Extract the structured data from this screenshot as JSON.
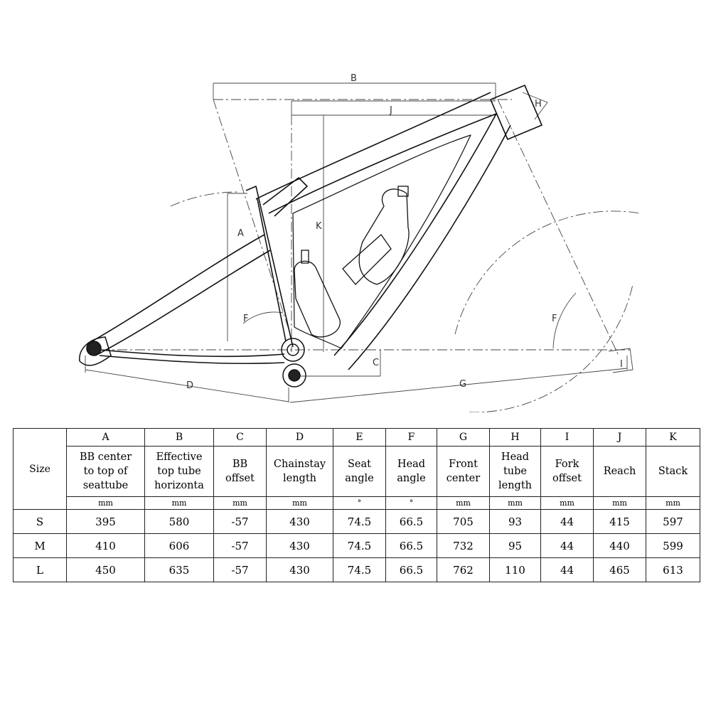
{
  "diagram": {
    "dim_labels": [
      "B",
      "J",
      "H",
      "A",
      "K",
      "F",
      "F",
      "C",
      "D",
      "G",
      "I"
    ]
  },
  "table": {
    "size_header": "Size",
    "columns": [
      {
        "letter": "A",
        "desc": "BB center to top of seattube",
        "desc_lines": [
          "BB center",
          "to top of",
          "seattube"
        ],
        "unit": "mm"
      },
      {
        "letter": "B",
        "desc": "Effective top tube horizonta",
        "desc_lines": [
          "Effective",
          "top tube",
          "horizonta"
        ],
        "unit": "mm"
      },
      {
        "letter": "C",
        "desc": "BB offset",
        "desc_lines": [
          "BB",
          "offset"
        ],
        "unit": "mm"
      },
      {
        "letter": "D",
        "desc": "Chainstay length",
        "desc_lines": [
          "Chainstay",
          "length"
        ],
        "unit": "mm"
      },
      {
        "letter": "E",
        "desc": "Seat angle",
        "desc_lines": [
          "Seat",
          "angle"
        ],
        "unit": "°"
      },
      {
        "letter": "F",
        "desc": "Head angle",
        "desc_lines": [
          "Head",
          "angle"
        ],
        "unit": "°"
      },
      {
        "letter": "G",
        "desc": "Front center",
        "desc_lines": [
          "Front",
          "center"
        ],
        "unit": "mm"
      },
      {
        "letter": "H",
        "desc": "Head tube length",
        "desc_lines": [
          "Head",
          "tube",
          "length"
        ],
        "unit": "mm"
      },
      {
        "letter": "I",
        "desc": "Fork offset",
        "desc_lines": [
          "Fork",
          "offset"
        ],
        "unit": "mm"
      },
      {
        "letter": "J",
        "desc": "Reach",
        "desc_lines": [
          "Reach"
        ],
        "unit": "mm"
      },
      {
        "letter": "K",
        "desc": "Stack",
        "desc_lines": [
          "Stack"
        ],
        "unit": "mm"
      }
    ],
    "rows": [
      {
        "size": "S",
        "values": [
          "395",
          "580",
          "-57",
          "430",
          "74.5",
          "66.5",
          "705",
          "93",
          "44",
          "415",
          "597"
        ]
      },
      {
        "size": "M",
        "values": [
          "410",
          "606",
          "-57",
          "430",
          "74.5",
          "66.5",
          "732",
          "95",
          "44",
          "440",
          "599"
        ]
      },
      {
        "size": "L",
        "values": [
          "450",
          "635",
          "-57",
          "430",
          "74.5",
          "66.5",
          "762",
          "110",
          "44",
          "465",
          "613"
        ]
      }
    ]
  }
}
